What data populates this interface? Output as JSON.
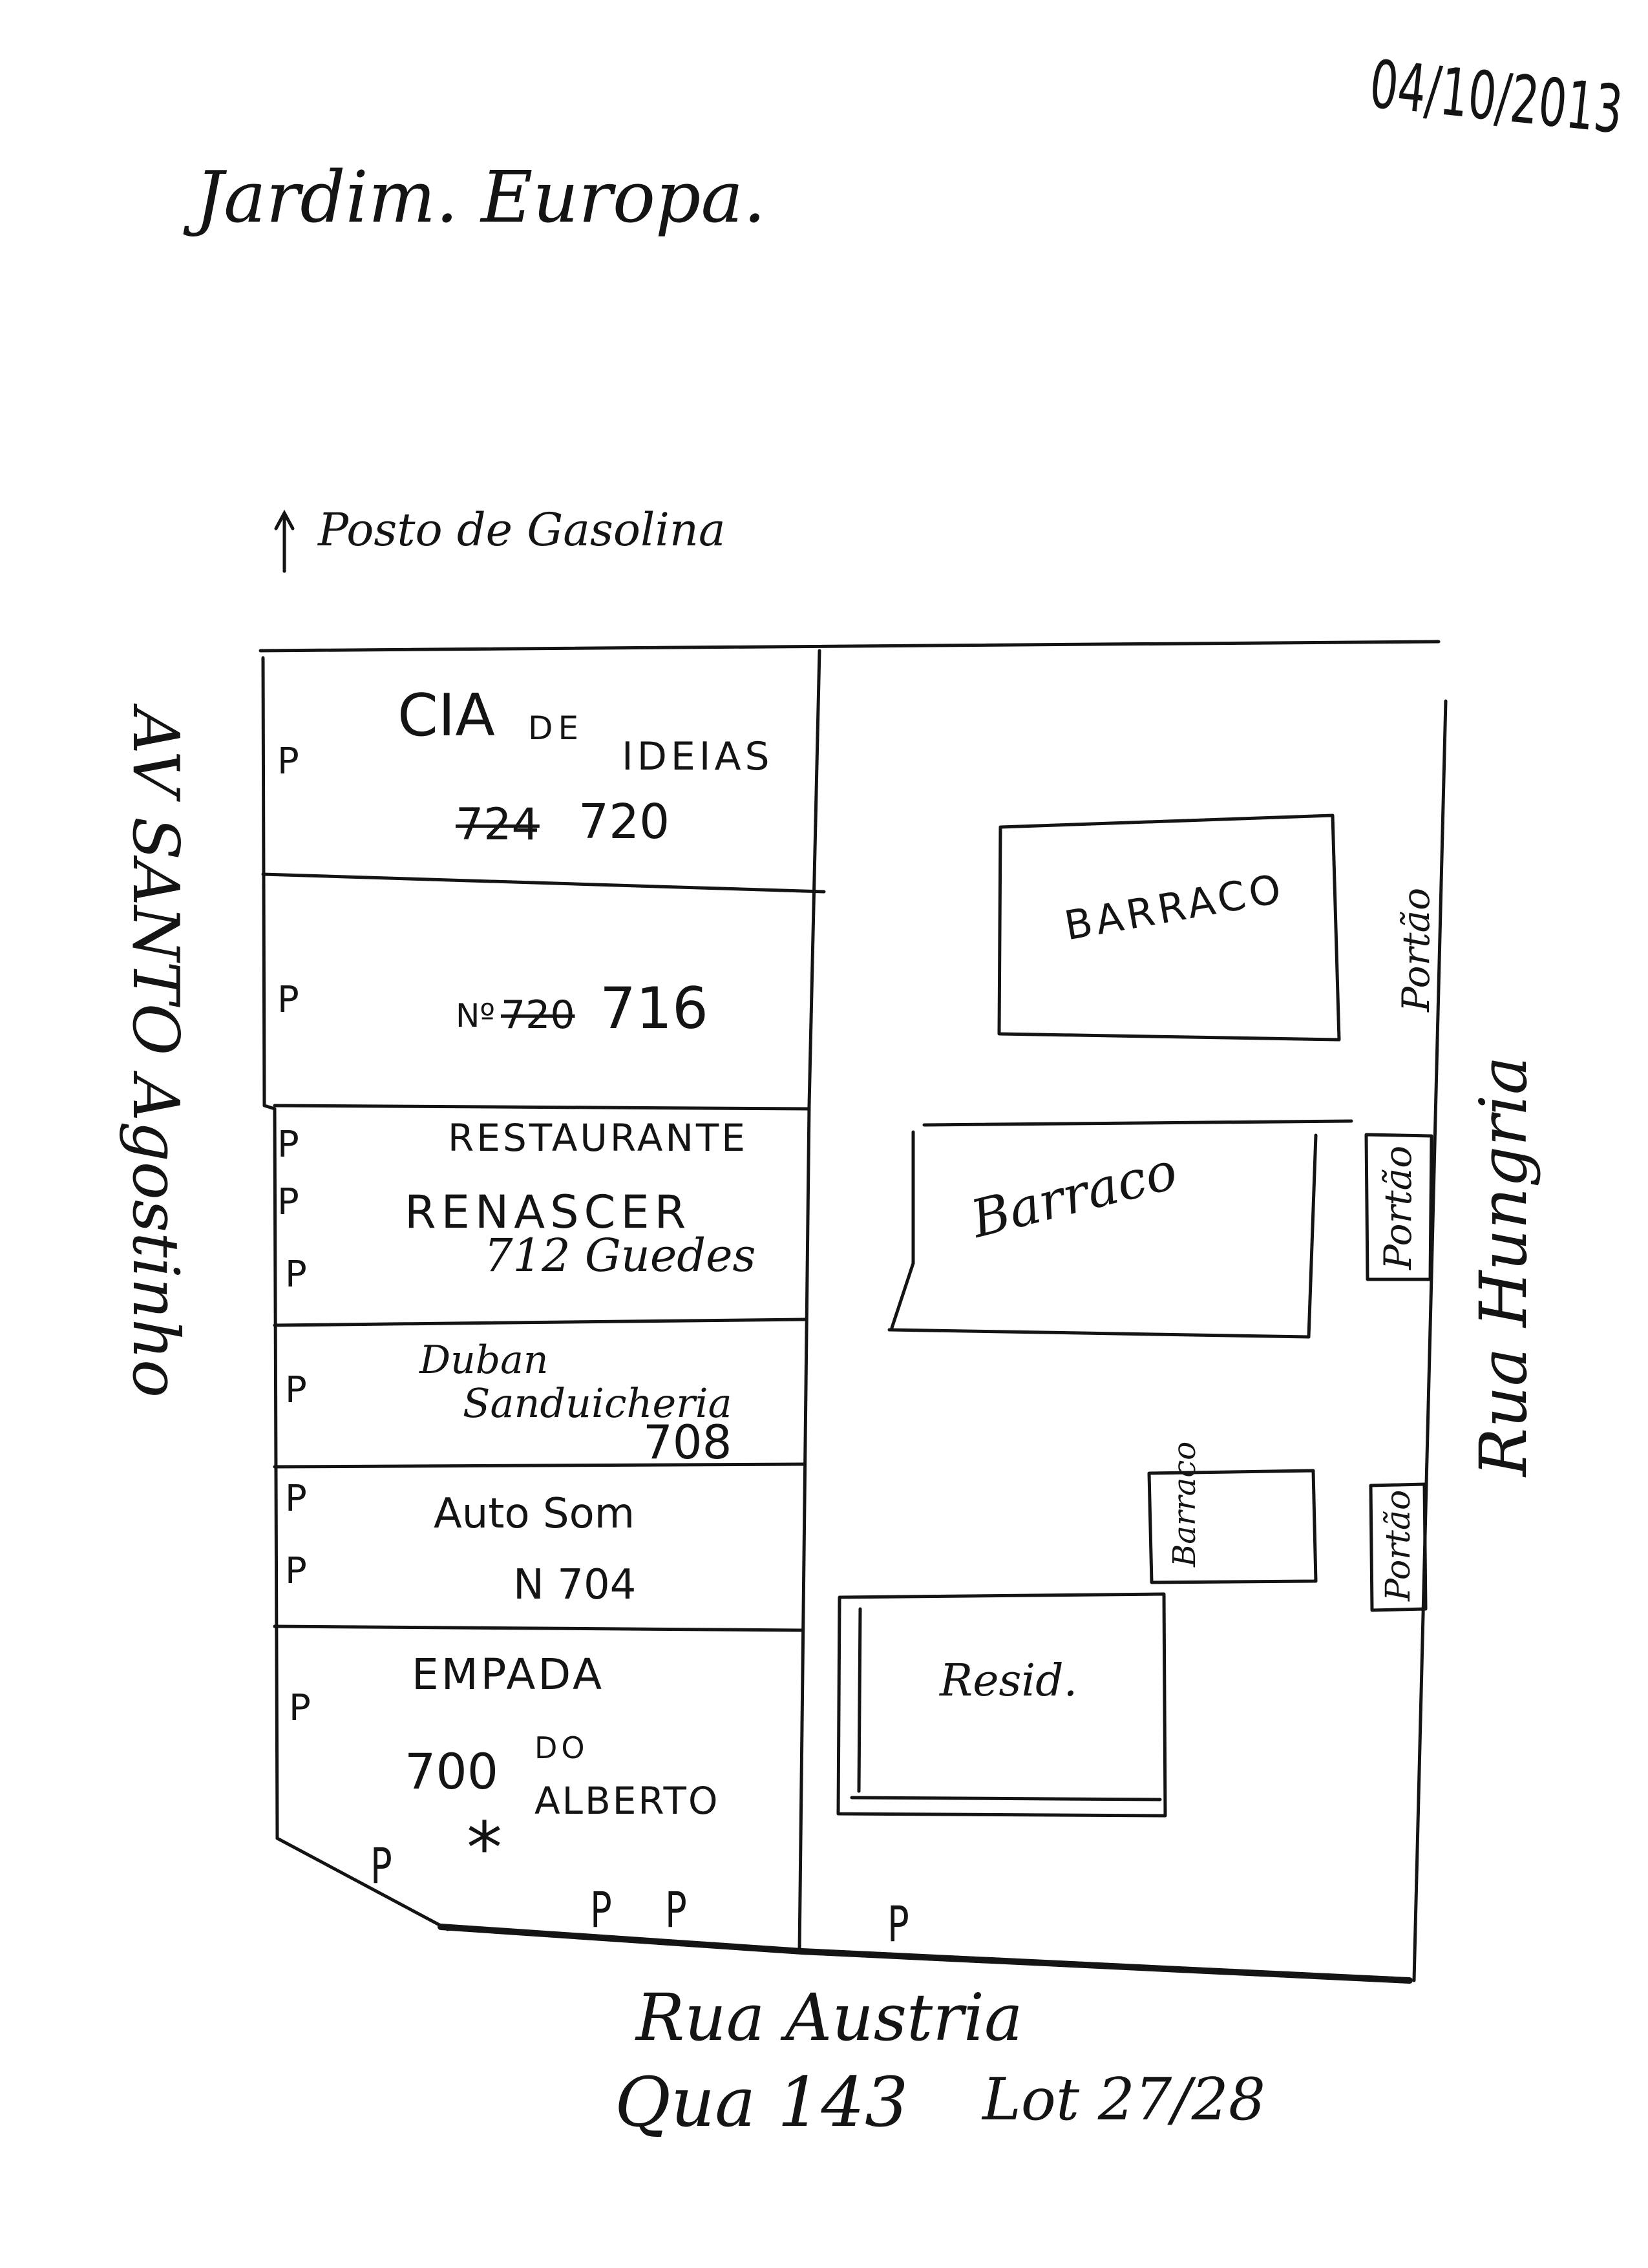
{
  "colors": {
    "ink": "#141414",
    "paper": "#ffffff"
  },
  "date": "04/10/2013",
  "title": "Jardim. Europa.",
  "landmark": {
    "icon": "up-arrow-icon",
    "label": "Posto de Gasolina"
  },
  "marker_label": "P",
  "storefronts": [
    {
      "name": [
        "CIA",
        "DE",
        "IDEIAS"
      ],
      "struck_number": "724",
      "number": "720"
    },
    {
      "prefix": "Nº",
      "struck_number": "720",
      "number": "716"
    },
    {
      "name": [
        "RESTAURANTE",
        "RENASCER"
      ],
      "number": "712 Guedes"
    },
    {
      "name": [
        "Duban",
        "Sanduicheria"
      ],
      "number": "708"
    },
    {
      "name": [
        "Auto Som"
      ],
      "number": "N 704"
    },
    {
      "name": [
        "EMPADA",
        "DO",
        "ALBERTO"
      ],
      "number": "700",
      "mark": "*"
    }
  ],
  "buildings": [
    "BARRACO",
    "Barraco",
    "Barraco",
    "Resid."
  ],
  "gates": [
    "Portão",
    "Portão",
    "Portão"
  ],
  "streets": {
    "west": "AV SANTO Agostinho",
    "east": "Rua Hungria",
    "south": "Rua Austria"
  },
  "parcel": {
    "block": "Qua 143",
    "lot": "Lot 27/28"
  }
}
